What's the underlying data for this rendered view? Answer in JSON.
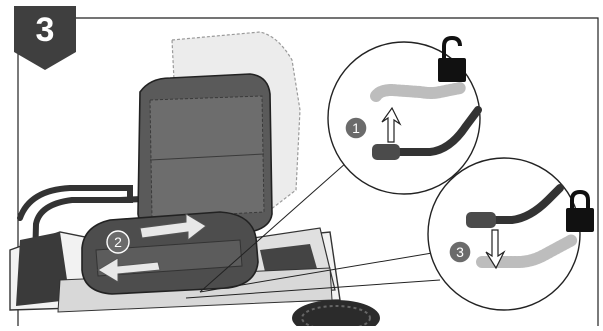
{
  "instruction": {
    "step_number": "3",
    "callouts": [
      {
        "number": "1",
        "action": "lift-lever"
      },
      {
        "number": "2",
        "action": "slide-seat"
      },
      {
        "number": "3",
        "action": "lower-lever"
      }
    ],
    "icons": [
      "unlocked-padlock-icon",
      "locked-padlock-icon"
    ],
    "colors": {
      "badge": "#3f3f3f",
      "line": "#222222",
      "seat": "#5a5a5a",
      "ghost": "#d9d9d9",
      "callout": "#6b6b6b"
    }
  }
}
